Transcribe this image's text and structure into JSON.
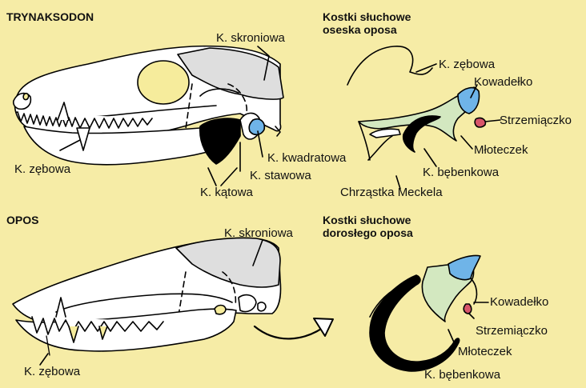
{
  "top": {
    "title": "TRYNAKSODON",
    "ear_title_line1": "Kostki słuchowe",
    "ear_title_line2": "oseska oposa",
    "labels": {
      "temporal": "K. skroniowa",
      "dentary": "K. zębowa",
      "quadrate": "K. kwadratowa",
      "articular": "K. stawowa",
      "angular": "K. kątowa",
      "ear_dentary": "K. zębowa",
      "incus": "Kowadełko",
      "stapes": "Strzemiączko",
      "malleus": "Młoteczek",
      "tympanic": "K. bębenkowa",
      "meckel": "Chrząstka Meckela"
    }
  },
  "bottom": {
    "title": "OPOS",
    "ear_title_line1": "Kostki słuchowe",
    "ear_title_line2": "dorosłego oposa",
    "labels": {
      "temporal": "K. skroniowa",
      "dentary": "K. zębowa",
      "incus": "Kowadełko",
      "stapes": "Strzemiączko",
      "malleus": "Młoteczek",
      "tympanic": "K. bębenkowa"
    }
  },
  "colors": {
    "background": "#f6eca6",
    "bone": "#ffffff",
    "temporal_fill": "#dcdcdc",
    "incus_blue": "#6fb4e8",
    "stapes_red": "#d8556a",
    "malleus_green": "#d3e8c0",
    "tympanic_black": "#000000",
    "tooth_yellow": "#f6ec9c"
  }
}
